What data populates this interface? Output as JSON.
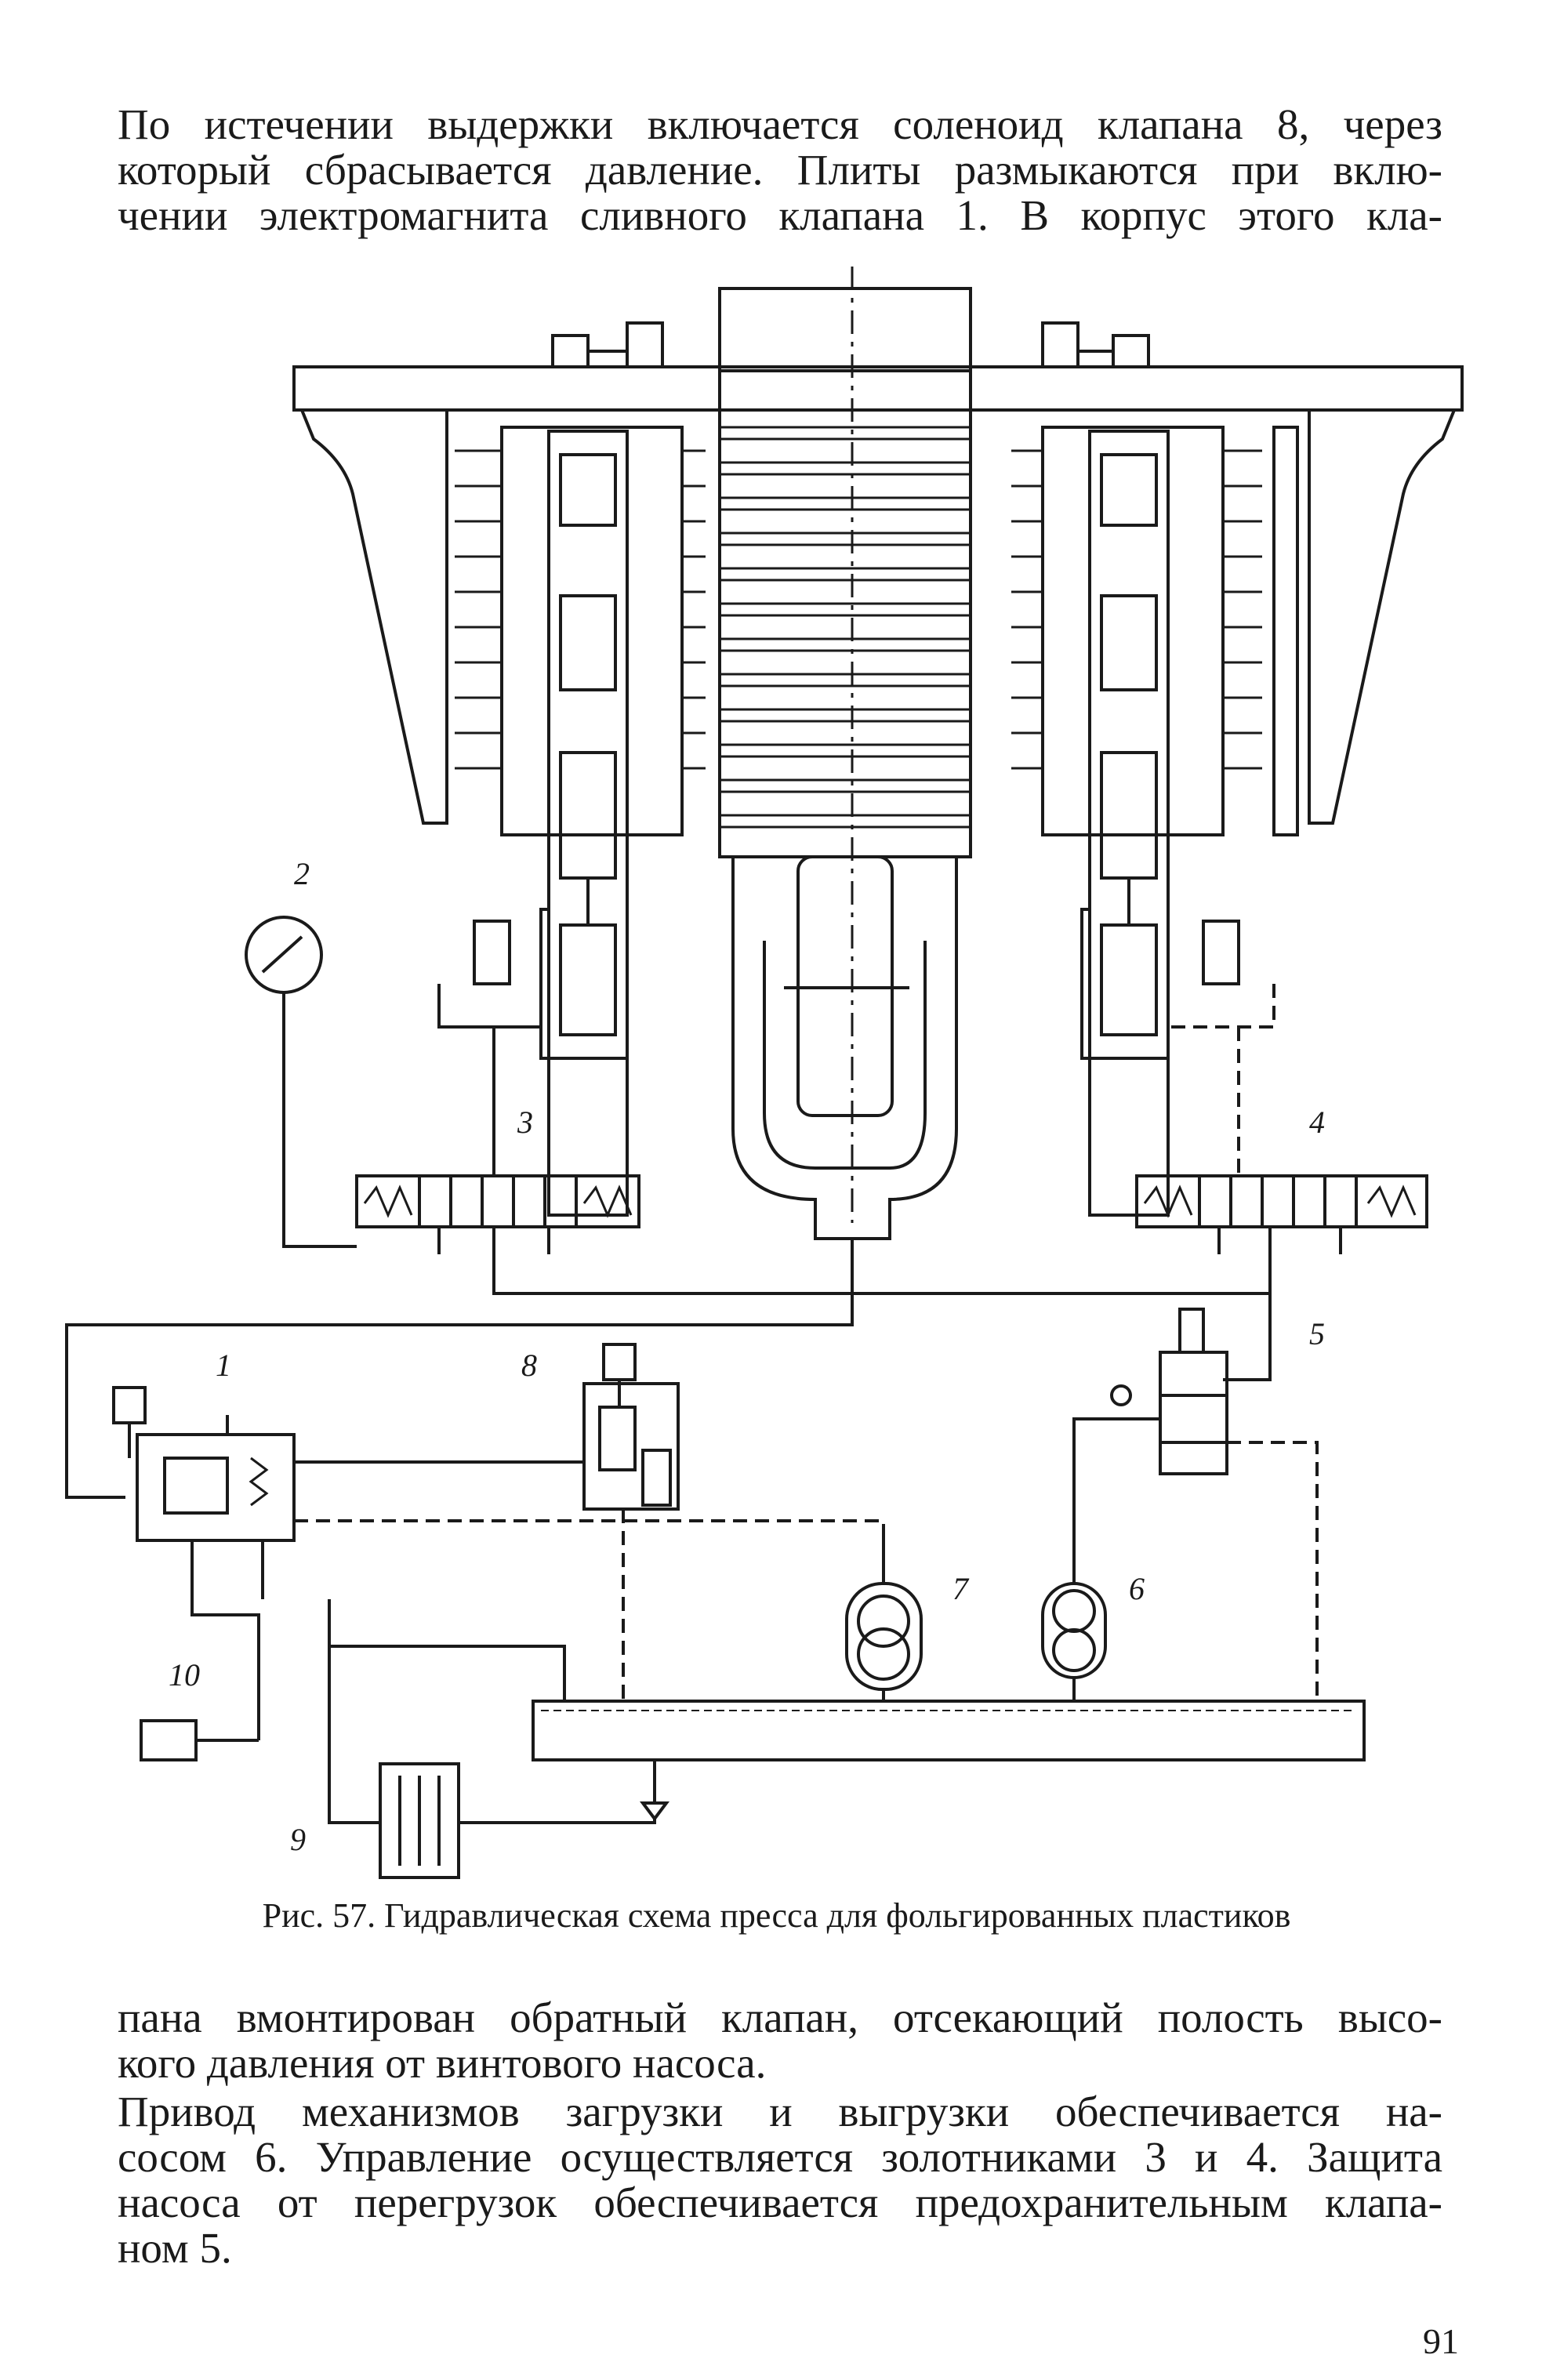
{
  "paragraph_top": {
    "lines": [
      "По истечении выдержки включается соленоид клапана 8, через",
      "который сбрасывается давление. Плиты размыкаются при вклю-",
      "чении электромагнита сливного клапана 1. В корпус этого кла-"
    ]
  },
  "figure": {
    "labels": {
      "l1": "1",
      "l2": "2",
      "l3": "3",
      "l4": "4",
      "l5": "5",
      "l6": "6",
      "l7": "7",
      "l8": "8",
      "l9": "9",
      "l10": "10"
    },
    "caption": "Рис. 57. Гидравлическая схема пресса для фольгированных пластиков"
  },
  "paragraph_bottom_1": {
    "lines": [
      "пана вмонтирован обратный клапан, отсекающий полость высо-",
      "кого давления от винтового насоса."
    ]
  },
  "paragraph_bottom_2": {
    "lines": [
      "Привод механизмов загрузки и выгрузки обеспечивается на-",
      "сосом 6. Управление осуществляется золотниками 3 и 4. Защита",
      "насоса от перегрузок обеспечивается предохранительным клапа-",
      "ном 5."
    ]
  },
  "page_number": "91"
}
